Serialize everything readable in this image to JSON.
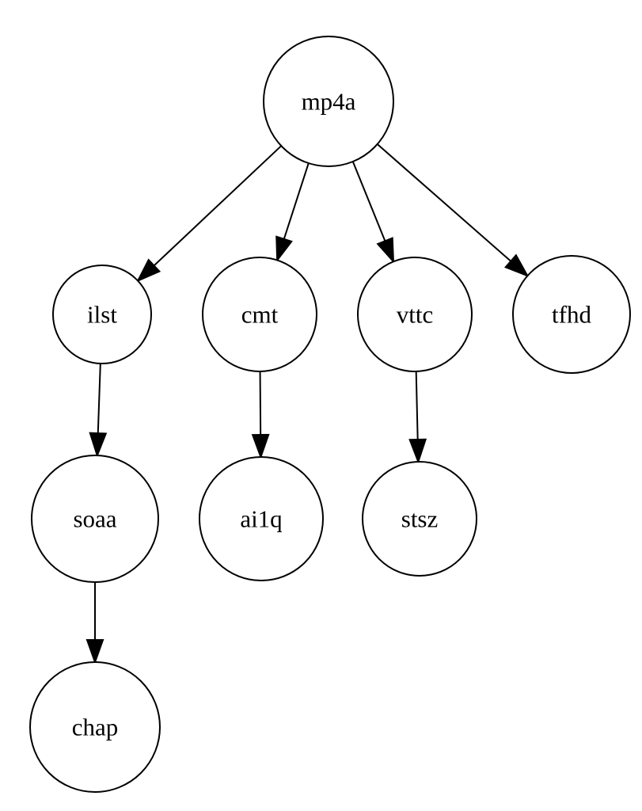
{
  "diagram": {
    "nodes": [
      {
        "id": "mp4a",
        "label": "mp4a"
      },
      {
        "id": "ilst",
        "label": "ilst"
      },
      {
        "id": "cmt",
        "label": "cmt"
      },
      {
        "id": "vttc",
        "label": "vttc"
      },
      {
        "id": "tfhd",
        "label": "tfhd"
      },
      {
        "id": "soaa",
        "label": "soaa"
      },
      {
        "id": "ai1q",
        "label": "ai1q"
      },
      {
        "id": "stsz",
        "label": "stsz"
      },
      {
        "id": "chap",
        "label": "chap"
      }
    ],
    "edges": [
      {
        "from": "mp4a",
        "to": "ilst"
      },
      {
        "from": "mp4a",
        "to": "cmt"
      },
      {
        "from": "mp4a",
        "to": "vttc"
      },
      {
        "from": "mp4a",
        "to": "tfhd"
      },
      {
        "from": "ilst",
        "to": "soaa"
      },
      {
        "from": "cmt",
        "to": "ai1q"
      },
      {
        "from": "vttc",
        "to": "stsz"
      },
      {
        "from": "soaa",
        "to": "chap"
      }
    ],
    "colors": {
      "stroke": "#000000",
      "fill": "#ffffff",
      "text": "#000000"
    }
  }
}
